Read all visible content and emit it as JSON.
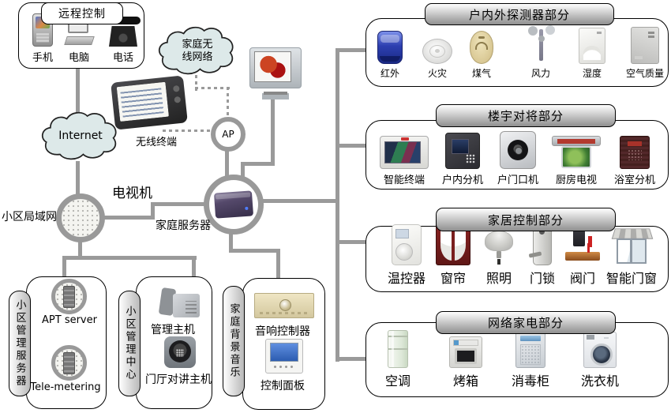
{
  "diagram": {
    "remote": {
      "title": "远程控制",
      "items": [
        {
          "label": "手机"
        },
        {
          "label": "电脑"
        },
        {
          "label": "电话"
        }
      ]
    },
    "clouds": {
      "internet": "Internet",
      "wireless_line1": "家庭无",
      "wireless_line2": "线网络"
    },
    "nodes": {
      "wireless_terminal": "无线终端",
      "ap": "AP",
      "tv_label": "电视机",
      "lan_label": "小区局域网",
      "home_server_label": "家庭服务器"
    },
    "panels": [
      {
        "side_label": "小区管理服务器",
        "items": [
          {
            "label": "APT server"
          },
          {
            "label": "Tele-metering"
          }
        ]
      },
      {
        "side_label": "小区管理中心",
        "items": [
          {
            "label": "管理主机"
          },
          {
            "label": "门厅对讲主机"
          }
        ]
      },
      {
        "side_label": "家庭背景音乐",
        "items": [
          {
            "label": "音响控制器"
          },
          {
            "label": "控制面板"
          }
        ]
      }
    ],
    "sections": [
      {
        "title": "户内外探测器部分",
        "items": [
          {
            "label": "红外"
          },
          {
            "label": "火灾"
          },
          {
            "label": "煤气"
          },
          {
            "label": "风力"
          },
          {
            "label": "湿度"
          },
          {
            "label": "空气质量"
          }
        ]
      },
      {
        "title": "楼宇对将部分",
        "items": [
          {
            "label": "智能终端"
          },
          {
            "label": "户内分机"
          },
          {
            "label": "户门口机"
          },
          {
            "label": "厨房电视"
          },
          {
            "label": "浴室分机"
          }
        ]
      },
      {
        "title": "家居控制部分",
        "items": [
          {
            "label": "温控器"
          },
          {
            "label": "窗帘"
          },
          {
            "label": "照明"
          },
          {
            "label": "门锁"
          },
          {
            "label": "阀门"
          },
          {
            "label": "智能门窗"
          }
        ]
      },
      {
        "title": "网络家电部分",
        "items": [
          {
            "label": "空调"
          },
          {
            "label": "烤箱"
          },
          {
            "label": "消毒柜"
          },
          {
            "label": "洗衣机"
          }
        ]
      }
    ],
    "colors": {
      "line": "#9a9a9a",
      "cloud_fill": "#dde9e9",
      "header_top": "#ffffff",
      "header_bottom": "#8f8f8f"
    }
  }
}
